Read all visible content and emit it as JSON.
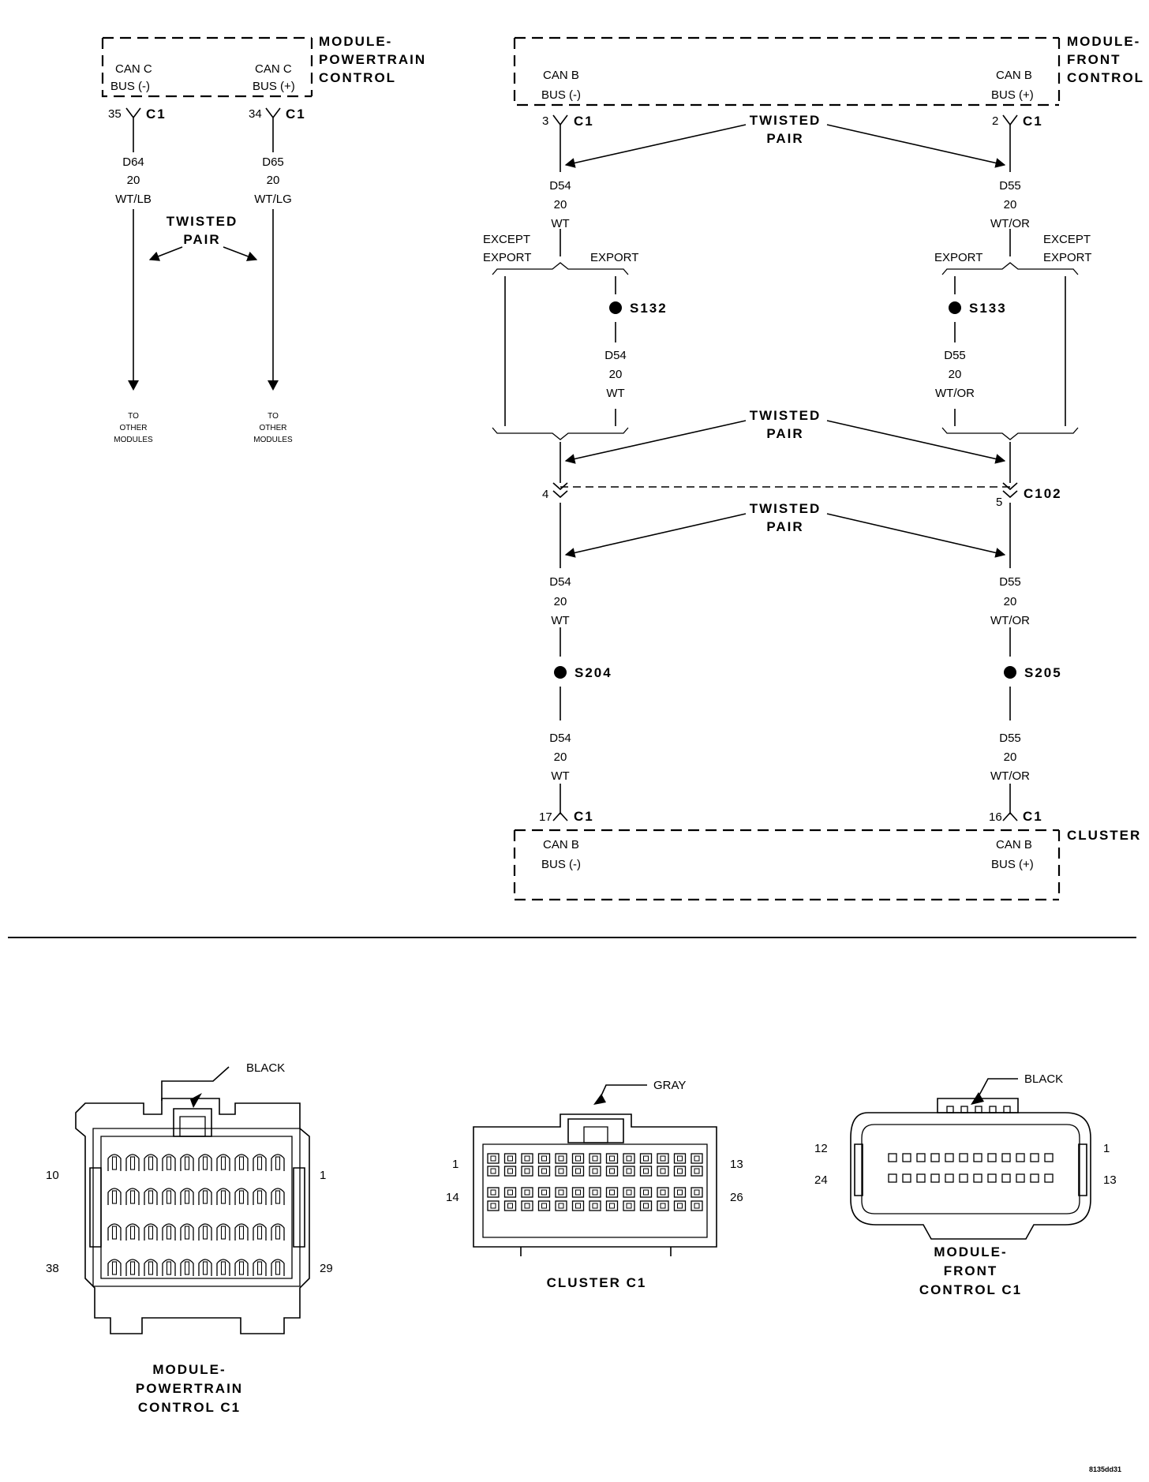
{
  "pcm": {
    "module_label": [
      "MODULE-",
      "POWERTRAIN",
      "CONTROL"
    ],
    "can_neg": [
      "CAN C",
      "BUS (-)"
    ],
    "can_pos": [
      "CAN C",
      "BUS (+)"
    ],
    "pin_neg": "35",
    "pin_pos": "34",
    "connector": "C1",
    "wire_neg": [
      "D64",
      "20",
      "WT/LB"
    ],
    "wire_pos": [
      "D65",
      "20",
      "WT/LG"
    ],
    "twisted_pair": [
      "TWISTED",
      "PAIR"
    ],
    "to_other": [
      "TO",
      "OTHER",
      "MODULES"
    ]
  },
  "fcm": {
    "module_label": [
      "MODULE-",
      "FRONT",
      "CONTROL"
    ],
    "can_neg": [
      "CAN B",
      "BUS (-)"
    ],
    "can_pos": [
      "CAN B",
      "BUS (+)"
    ],
    "pin_neg": "3",
    "pin_pos": "2",
    "connector": "C1"
  },
  "twisted_pair": [
    "TWISTED",
    "PAIR"
  ],
  "wire_neg": [
    "D54",
    "20",
    "WT"
  ],
  "wire_pos": [
    "D55",
    "20",
    "WT/OR"
  ],
  "except_export": [
    "EXCEPT",
    "EXPORT"
  ],
  "export": "EXPORT",
  "splices": {
    "s132": "S132",
    "s133": "S133",
    "s204": "S204",
    "s205": "S205"
  },
  "c102": {
    "pin_neg": "4",
    "pin_pos": "5",
    "label": "C102"
  },
  "cluster": {
    "module_label": "CLUSTER",
    "pin_neg": "17",
    "pin_pos": "16",
    "connector": "C1",
    "can_neg": [
      "CAN B",
      "BUS (-)"
    ],
    "can_pos": [
      "CAN B",
      "BUS (+)"
    ]
  },
  "connectors": {
    "pcm": {
      "color": "BLACK",
      "pins": [
        "10",
        "1",
        "38",
        "29"
      ],
      "caption": [
        "MODULE-",
        "POWERTRAIN",
        "CONTROL C1"
      ]
    },
    "cluster": {
      "color": "GRAY",
      "pins": [
        "1",
        "14",
        "13",
        "26"
      ],
      "caption": "CLUSTER C1"
    },
    "fcm": {
      "color": "BLACK",
      "pins": [
        "12",
        "24",
        "1",
        "13"
      ],
      "caption": [
        "MODULE-",
        "FRONT",
        "CONTROL C1"
      ]
    }
  },
  "figure_id": "8135dd31"
}
